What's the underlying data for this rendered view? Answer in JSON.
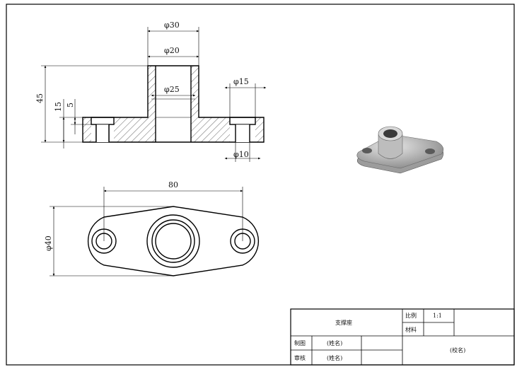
{
  "drawing": {
    "front_view": {
      "dims": {
        "d30": "φ30",
        "d20": "φ20",
        "d25": "φ25",
        "d15": "φ15",
        "d10": "φ10",
        "h45": "45",
        "h15": "15",
        "h5": "5"
      }
    },
    "top_view": {
      "dims": {
        "len80": "80",
        "d40": "φ40"
      }
    }
  },
  "title_block": {
    "part_name": "支撑座",
    "scale_label": "比例",
    "scale_value": "1:1",
    "material_label": "材料",
    "drawn_label": "制图",
    "drawn_name": "(姓名)",
    "checked_label": "审核",
    "checked_name": "(姓名)",
    "school": "(校名)"
  }
}
